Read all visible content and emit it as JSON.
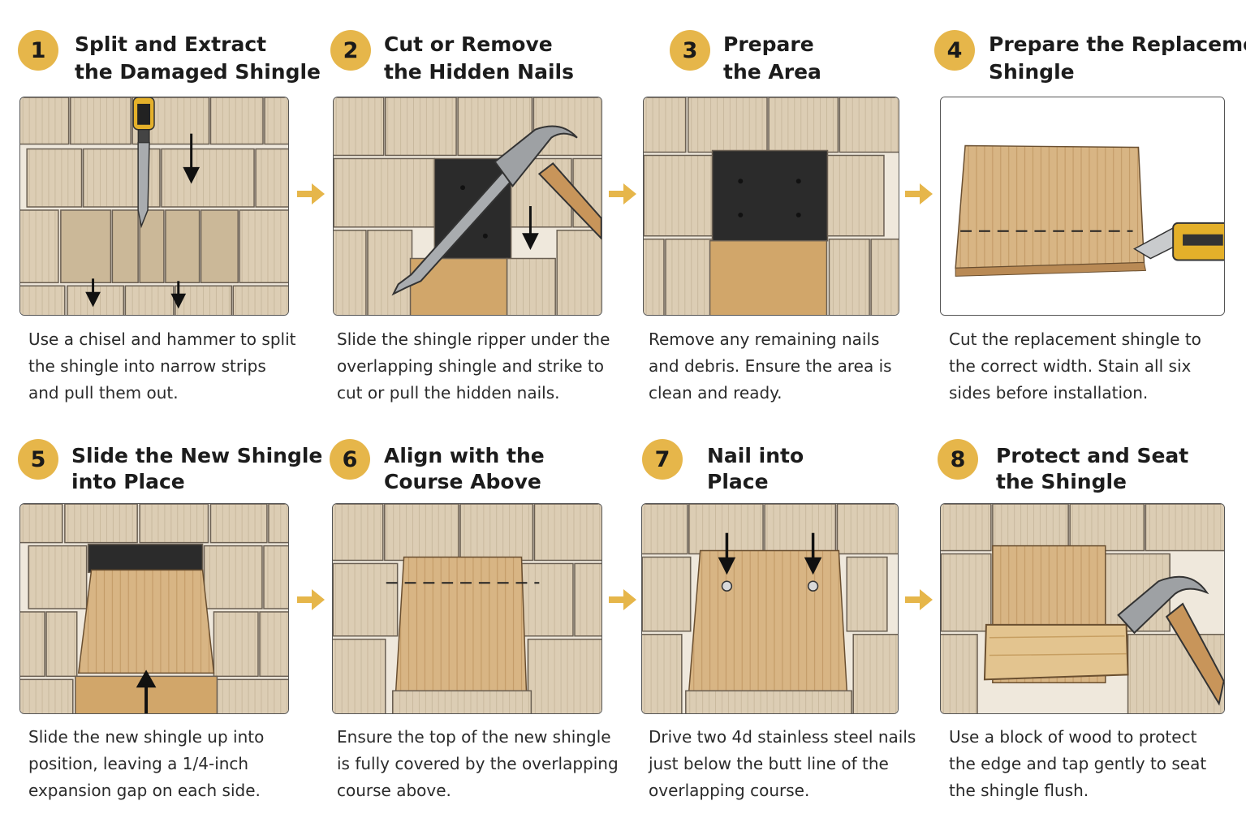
{
  "accent_color": "#e6b64a",
  "steps": [
    {
      "number": "1",
      "title": [
        "Split and Extract",
        "the Damaged Shingle"
      ],
      "description": [
        "Use a chisel and hammer to split",
        "the shingle into narrow strips",
        "and pull them out."
      ]
    },
    {
      "number": "2",
      "title": [
        "Cut or Remove",
        "the Hidden Nails"
      ],
      "description": [
        "Slide the shingle ripper under the",
        "overlapping shingle and strike to",
        "cut or pull the hidden nails."
      ]
    },
    {
      "number": "3",
      "title": [
        "Prepare",
        "the Area"
      ],
      "description": [
        "Remove any remaining nails",
        "and debris. Ensure the area is",
        "clean and ready."
      ]
    },
    {
      "number": "4",
      "title": [
        "Prepare the Replacement",
        "Shingle"
      ],
      "description": [
        "Cut the replacement shingle to",
        "the correct width. Stain all six",
        "sides before installation."
      ]
    },
    {
      "number": "5",
      "title": [
        "Slide the New Shingle",
        "into Place"
      ],
      "description": [
        "Slide the new shingle up into",
        "position, leaving a 1/4-inch",
        "expansion gap on each side."
      ]
    },
    {
      "number": "6",
      "title": [
        "Align with the",
        "Course Above"
      ],
      "description": [
        "Ensure the top of the new shingle",
        "is fully covered by the overlapping",
        "course above."
      ]
    },
    {
      "number": "7",
      "title": [
        "Nail into",
        "Place"
      ],
      "description": [
        "Drive two 4d stainless steel nails",
        "just below the butt line of the",
        "overlapping course."
      ]
    },
    {
      "number": "8",
      "title": [
        "Protect and Seat",
        "the Shingle"
      ],
      "description": [
        "Use a block of wood to protect",
        "the edge and tap gently to seat",
        "the shingle flush."
      ]
    }
  ],
  "arrow_icon": "right-arrow-icon"
}
